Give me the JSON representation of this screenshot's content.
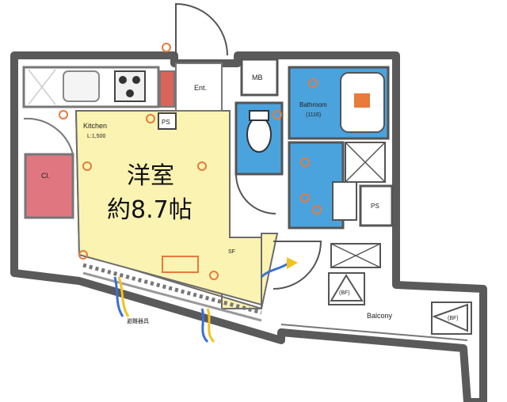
{
  "room": {
    "type_label": "洋室",
    "size_label": "約8.7帖"
  },
  "labels": {
    "kitchen": "Kitchen",
    "kitchen_width": "L:1,500",
    "entrance": "Ent.",
    "mb": "MB",
    "ps_top": "PS",
    "ps_right": "PS",
    "bathroom": "Bathroom",
    "bathroom_size": "(1116)",
    "closet": "Cl.",
    "balcony": "Balcony",
    "bf_left": "(BF)",
    "bf_right": "(BF)",
    "note": "避難器具",
    "sf": "SF"
  },
  "colors": {
    "wall": "#5a5a5a",
    "room_floor": "#fbf3b2",
    "wet_area": "#4aa3dd",
    "closet": "#e07780",
    "stove": "#d9645a",
    "outlet": "#e87a3a",
    "airflow_blue": "#3a6fd6",
    "airflow_yellow": "#f5c21b"
  }
}
